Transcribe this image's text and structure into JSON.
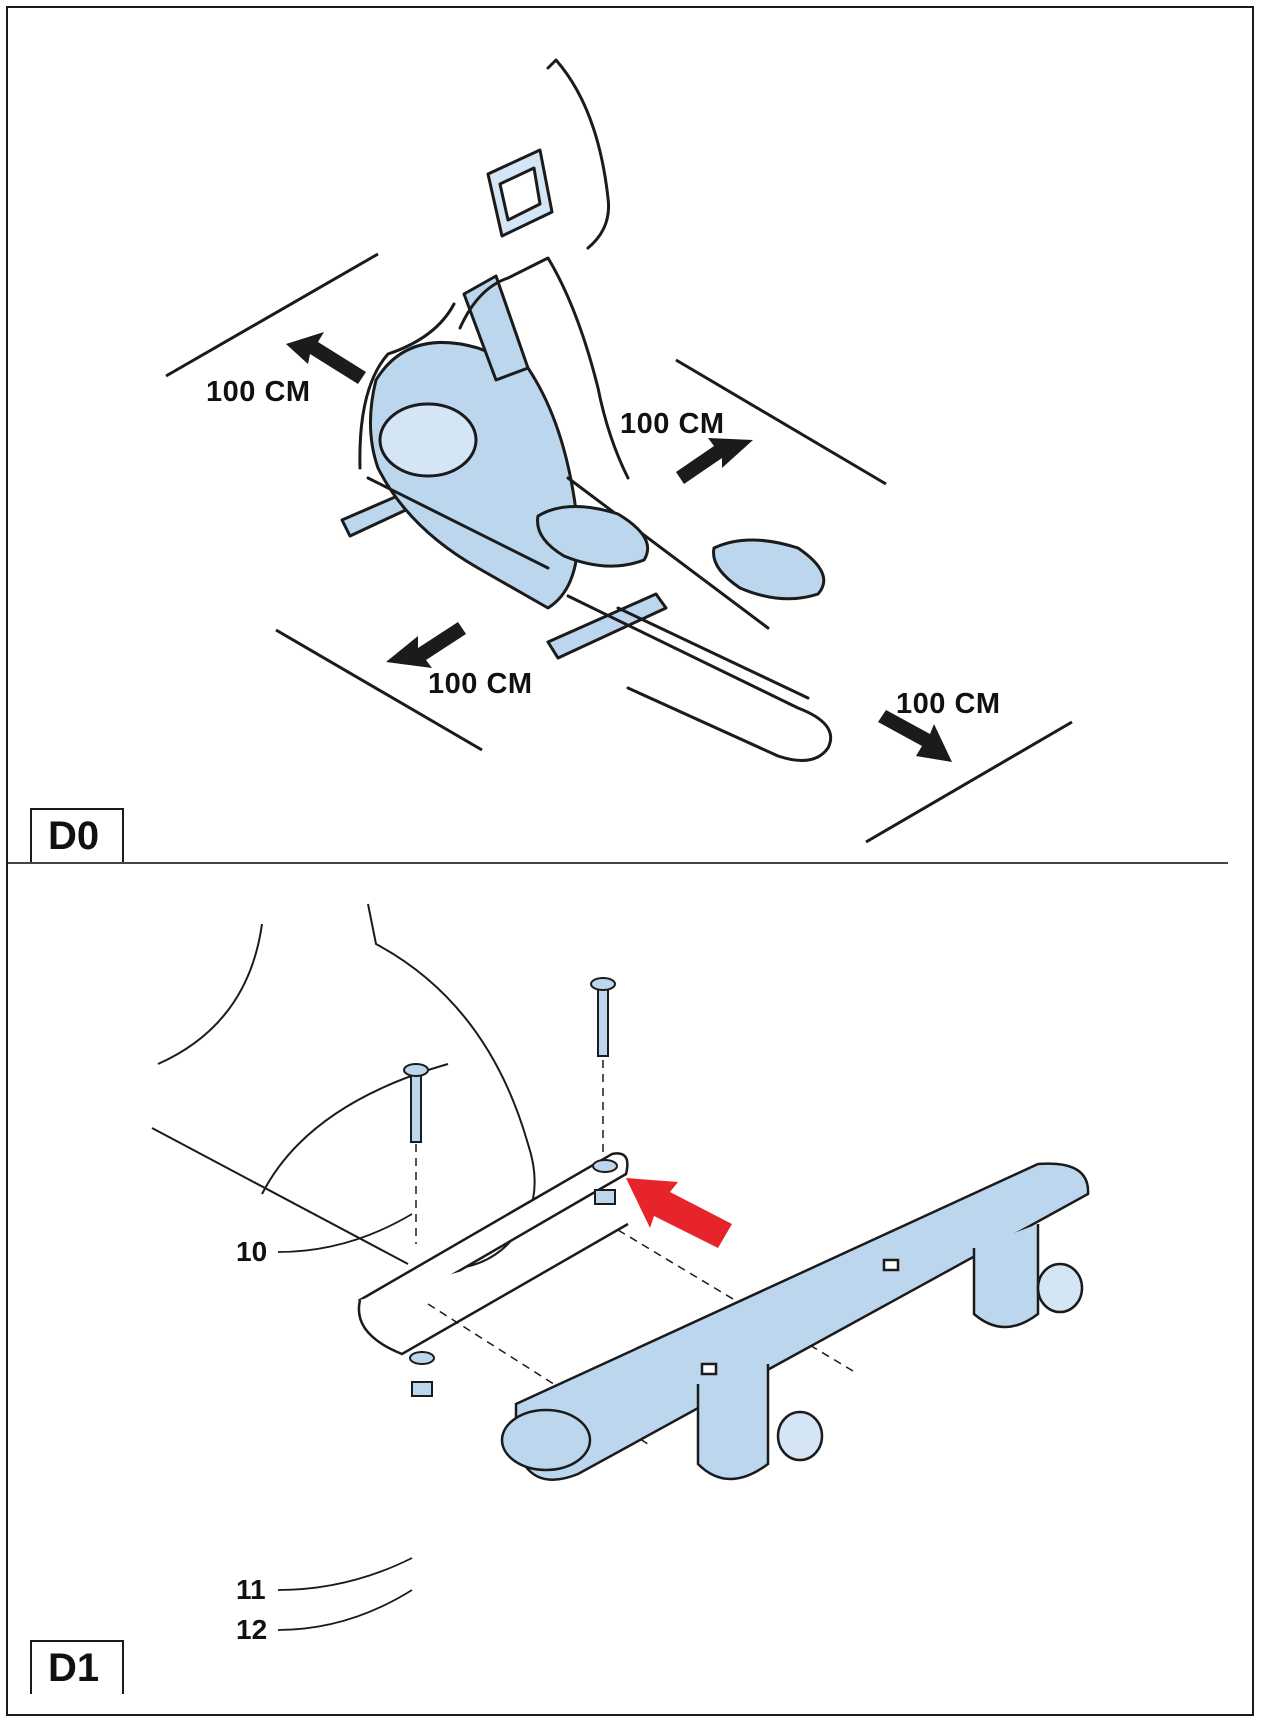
{
  "panels": [
    {
      "tag": "D0",
      "clearances": [
        "100 CM",
        "100 CM",
        "100 CM",
        "100 CM"
      ]
    },
    {
      "tag": "D1",
      "callouts": [
        "10",
        "11",
        "12"
      ]
    }
  ],
  "colors": {
    "part_fill": "#bcd6ee",
    "assembly_arrow": "#e8242b",
    "line": "#1b1b1b"
  }
}
